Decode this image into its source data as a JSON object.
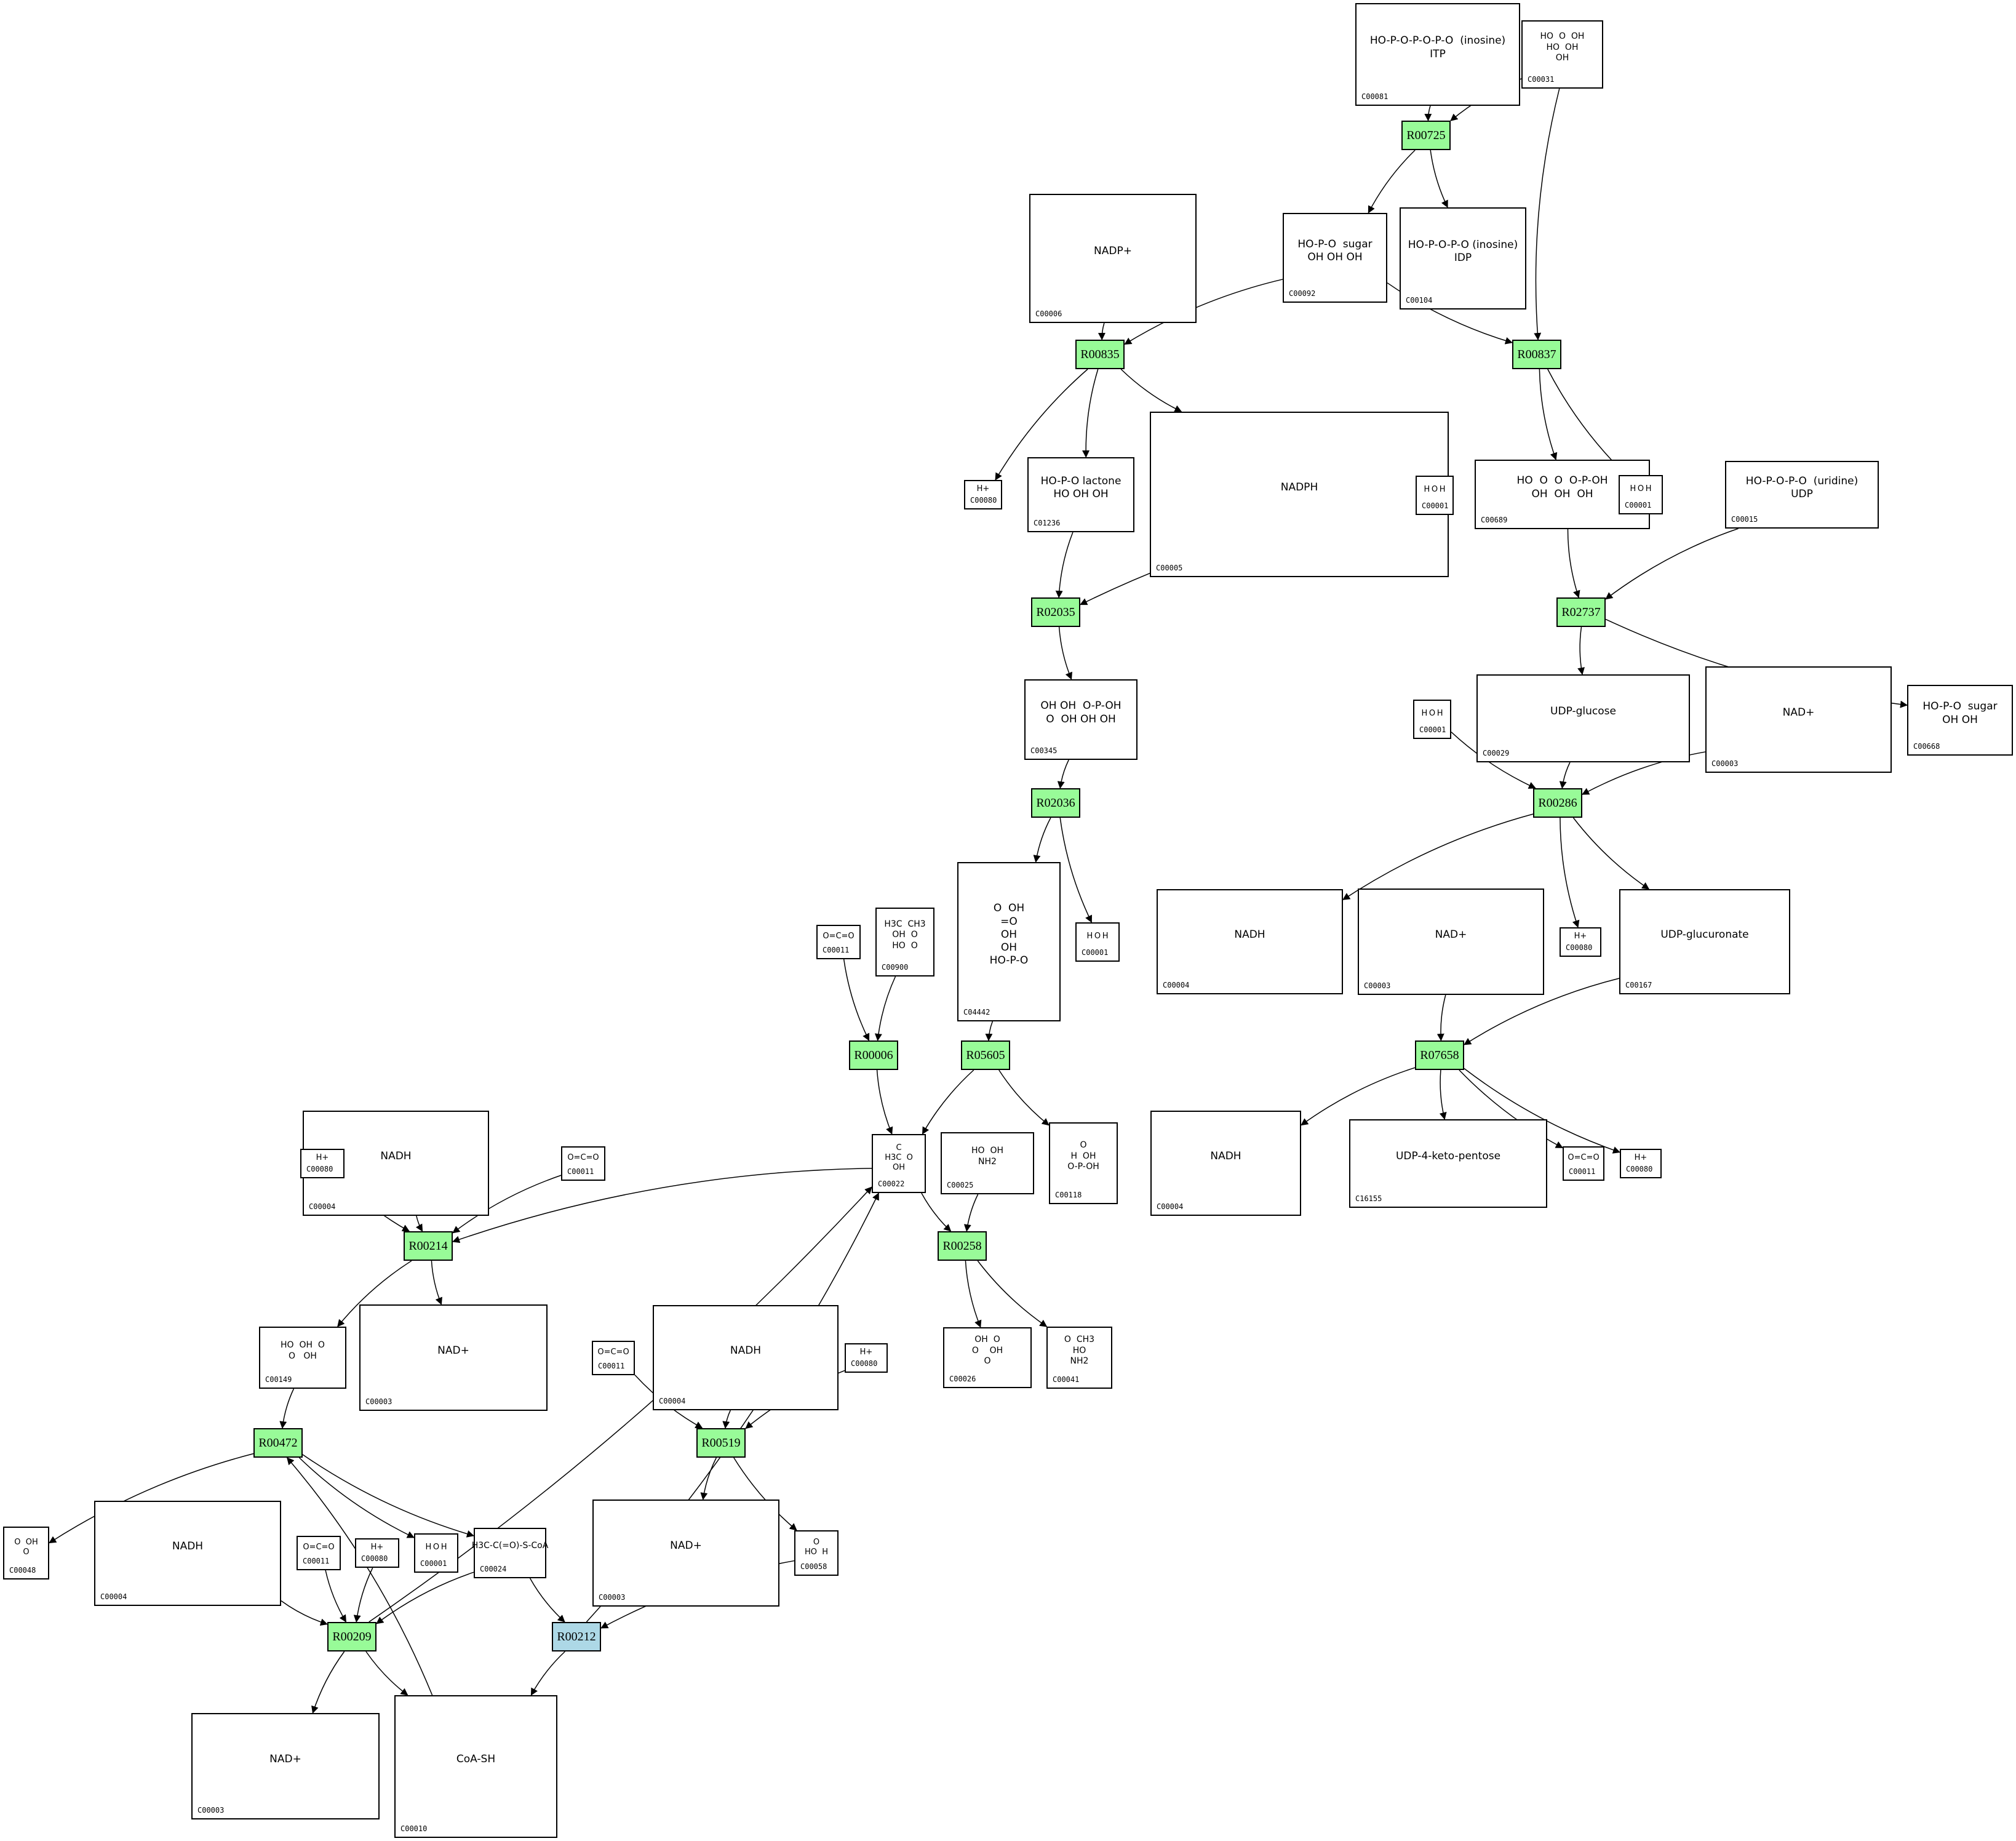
{
  "diagram": {
    "title": "",
    "colors": {
      "reaction_default": "#98fb98",
      "reaction_highlight": "#add8e6",
      "edge": "#000000",
      "compound_border": "#000000"
    },
    "reactions": [
      {
        "id": "R00725",
        "label": "R00725",
        "style": "green"
      },
      {
        "id": "R00835",
        "label": "R00835",
        "style": "green"
      },
      {
        "id": "R00837",
        "label": "R00837",
        "style": "green"
      },
      {
        "id": "R02035",
        "label": "R02035",
        "style": "green"
      },
      {
        "id": "R02737",
        "label": "R02737",
        "style": "green"
      },
      {
        "id": "R02036",
        "label": "R02036",
        "style": "green"
      },
      {
        "id": "R00286",
        "label": "R00286",
        "style": "green"
      },
      {
        "id": "R00006",
        "label": "R00006",
        "style": "green"
      },
      {
        "id": "R05605",
        "label": "R05605",
        "style": "green"
      },
      {
        "id": "R07658",
        "label": "R07658",
        "style": "green"
      },
      {
        "id": "R00214",
        "label": "R00214",
        "style": "green"
      },
      {
        "id": "R00258",
        "label": "R00258",
        "style": "green"
      },
      {
        "id": "R00519",
        "label": "R00519",
        "style": "green"
      },
      {
        "id": "R00472",
        "label": "R00472",
        "style": "green"
      },
      {
        "id": "R00209",
        "label": "R00209",
        "style": "green"
      },
      {
        "id": "R00212",
        "label": "R00212",
        "style": "blue"
      }
    ],
    "compounds": [
      {
        "key": "n1",
        "id": "C00081",
        "structure": "HO-P-O-P-O-P-O  (inosine)\nITP"
      },
      {
        "key": "n2",
        "id": "C00031",
        "structure": "HO  O  OH\nHO  OH\nOH"
      },
      {
        "key": "n3",
        "id": "C00006",
        "structure": "NADP+"
      },
      {
        "key": "n4",
        "id": "C00092",
        "structure": "HO-P-O  sugar\nOH OH OH"
      },
      {
        "key": "n5",
        "id": "C00104",
        "structure": "HO-P-O-P-O (inosine)\nIDP"
      },
      {
        "key": "n6",
        "id": "C00080",
        "structure": "H+"
      },
      {
        "key": "n7",
        "id": "C01236",
        "structure": "HO-P-O lactone\nHO OH OH"
      },
      {
        "key": "n8",
        "id": "C00005",
        "structure": "NADPH"
      },
      {
        "key": "n9",
        "id": "C00001",
        "structure": "H O H"
      },
      {
        "key": "n10",
        "id": "C00689",
        "structure": "HO  O  O  O-P-OH\nOH  OH  OH"
      },
      {
        "key": "n11",
        "id": "C00001",
        "structure": "H O H"
      },
      {
        "key": "n12",
        "id": "C00015",
        "structure": "HO-P-O-P-O  (uridine)\nUDP"
      },
      {
        "key": "n13",
        "id": "C00345",
        "structure": "OH OH  O-P-OH\nO  OH OH OH"
      },
      {
        "key": "n14",
        "id": "C00001",
        "structure": "H O H"
      },
      {
        "key": "n15",
        "id": "C00029",
        "structure": "UDP-glucose"
      },
      {
        "key": "n16",
        "id": "C00003",
        "structure": "NAD+"
      },
      {
        "key": "n17",
        "id": "C00668",
        "structure": "HO-P-O  sugar\nOH OH"
      },
      {
        "key": "n18",
        "id": "C04442",
        "structure": "O  OH\n=O\nOH\nOH\nHO-P-O"
      },
      {
        "key": "n19",
        "id": "C00001",
        "structure": "H O H"
      },
      {
        "key": "n20",
        "id": "C00011",
        "structure": "O=C=O"
      },
      {
        "key": "n21",
        "id": "C00900",
        "structure": "H3C  CH3\nOH  O\nHO  O"
      },
      {
        "key": "n22",
        "id": "C00004",
        "structure": "NADH"
      },
      {
        "key": "n23",
        "id": "C00003",
        "structure": "NAD+"
      },
      {
        "key": "n24",
        "id": "C00080",
        "structure": "H+"
      },
      {
        "key": "n25",
        "id": "C00167",
        "structure": "UDP-glucuronate"
      },
      {
        "key": "n26",
        "id": "C00004",
        "structure": "NADH"
      },
      {
        "key": "n27",
        "id": "C00080",
        "structure": "H+"
      },
      {
        "key": "n28",
        "id": "C00011",
        "structure": "O=C=O"
      },
      {
        "key": "n29",
        "id": "C00022",
        "structure": "C\nH3C  O\nOH"
      },
      {
        "key": "n30",
        "id": "C00025",
        "structure": "HO  OH\nNH2"
      },
      {
        "key": "n31",
        "id": "C00118",
        "structure": "O\nH  OH\nO-P-OH"
      },
      {
        "key": "n32",
        "id": "C00004",
        "structure": "NADH"
      },
      {
        "key": "n33",
        "id": "C16155",
        "structure": "UDP-4-keto-pentose"
      },
      {
        "key": "n34",
        "id": "C00011",
        "structure": "O=C=O"
      },
      {
        "key": "n35",
        "id": "C00080",
        "structure": "H+"
      },
      {
        "key": "n36",
        "id": "C00149",
        "structure": "HO  OH  O\nO   OH"
      },
      {
        "key": "n37",
        "id": "C00003",
        "structure": "NAD+"
      },
      {
        "key": "n38",
        "id": "C00026",
        "structure": "OH  O\nO    OH\nO"
      },
      {
        "key": "n39",
        "id": "C00041",
        "structure": "O  CH3\nHO\nNH2"
      },
      {
        "key": "n40",
        "id": "C00011",
        "structure": "O=C=O"
      },
      {
        "key": "n41",
        "id": "C00004",
        "structure": "NADH"
      },
      {
        "key": "n42",
        "id": "C00080",
        "structure": "H+"
      },
      {
        "key": "n43",
        "id": "C00003",
        "structure": "NAD+"
      },
      {
        "key": "n44",
        "id": "C00058",
        "structure": "O\nHO  H"
      },
      {
        "key": "n45",
        "id": "C00048",
        "structure": "O  OH\nO"
      },
      {
        "key": "n46",
        "id": "C00004",
        "structure": "NADH"
      },
      {
        "key": "n47",
        "id": "C00011",
        "structure": "O=C=O"
      },
      {
        "key": "n48",
        "id": "C00080",
        "structure": "H+"
      },
      {
        "key": "n49",
        "id": "C00001",
        "structure": "H O H"
      },
      {
        "key": "n50",
        "id": "C00024",
        "structure": "H3C-C(=O)-S-CoA"
      },
      {
        "key": "n51",
        "id": "C00003",
        "structure": "NAD+"
      },
      {
        "key": "n52",
        "id": "C00010",
        "structure": "CoA-SH"
      }
    ],
    "edges": [
      [
        "n1",
        "R00725"
      ],
      [
        "n2",
        "R00725"
      ],
      [
        "R00725",
        "n4"
      ],
      [
        "R00725",
        "n5"
      ],
      [
        "n2",
        "R00837"
      ],
      [
        "n4",
        "R00837"
      ],
      [
        "n3",
        "R00835"
      ],
      [
        "n4",
        "R00835"
      ],
      [
        "R00835",
        "n6"
      ],
      [
        "R00835",
        "n7"
      ],
      [
        "R00835",
        "n8"
      ],
      [
        "R00837",
        "n10"
      ],
      [
        "R00837",
        "n11"
      ],
      [
        "n7",
        "R02035"
      ],
      [
        "n9",
        "R02035"
      ],
      [
        "R02035",
        "n13"
      ],
      [
        "n13",
        "R02036"
      ],
      [
        "R02036",
        "n18"
      ],
      [
        "R02036",
        "n19"
      ],
      [
        "n10",
        "R02737"
      ],
      [
        "n12",
        "R02737"
      ],
      [
        "R02737",
        "n15"
      ],
      [
        "R02737",
        "n17"
      ],
      [
        "n14",
        "R00286"
      ],
      [
        "n15",
        "R00286"
      ],
      [
        "n16",
        "R00286"
      ],
      [
        "R00286",
        "n22"
      ],
      [
        "R00286",
        "n24"
      ],
      [
        "R00286",
        "n25"
      ],
      [
        "n23",
        "R07658"
      ],
      [
        "n25",
        "R07658"
      ],
      [
        "R07658",
        "n32"
      ],
      [
        "R07658",
        "n33"
      ],
      [
        "R07658",
        "n34"
      ],
      [
        "R07658",
        "n35"
      ],
      [
        "n20",
        "R00006"
      ],
      [
        "n21",
        "R00006"
      ],
      [
        "R00006",
        "n29"
      ],
      [
        "n18",
        "R05605"
      ],
      [
        "R05605",
        "n29"
      ],
      [
        "R05605",
        "n31"
      ],
      [
        "n29",
        "R00258"
      ],
      [
        "n30",
        "R00258"
      ],
      [
        "R00258",
        "n38"
      ],
      [
        "R00258",
        "n39"
      ],
      [
        "n26",
        "R00214"
      ],
      [
        "n27",
        "R00214"
      ],
      [
        "n28",
        "R00214"
      ],
      [
        "n29",
        "R00214"
      ],
      [
        "R00214",
        "n36"
      ],
      [
        "R00214",
        "n37"
      ],
      [
        "n36",
        "R00472"
      ],
      [
        "R00472",
        "n45"
      ],
      [
        "R00472",
        "n49"
      ],
      [
        "R00472",
        "n50"
      ],
      [
        "n40",
        "R00519"
      ],
      [
        "n41",
        "R00519"
      ],
      [
        "n42",
        "R00519"
      ],
      [
        "R00519",
        "n43"
      ],
      [
        "R00519",
        "n44"
      ],
      [
        "n46",
        "R00209"
      ],
      [
        "n47",
        "R00209"
      ],
      [
        "n48",
        "R00209"
      ],
      [
        "n50",
        "R00209"
      ],
      [
        "R00209",
        "n29"
      ],
      [
        "R00209",
        "n51"
      ],
      [
        "R00209",
        "n52"
      ],
      [
        "n50",
        "R00212"
      ],
      [
        "n44",
        "R00212"
      ],
      [
        "R00212",
        "n29"
      ],
      [
        "R00212",
        "n52"
      ],
      [
        "n52",
        "R00472"
      ]
    ]
  }
}
